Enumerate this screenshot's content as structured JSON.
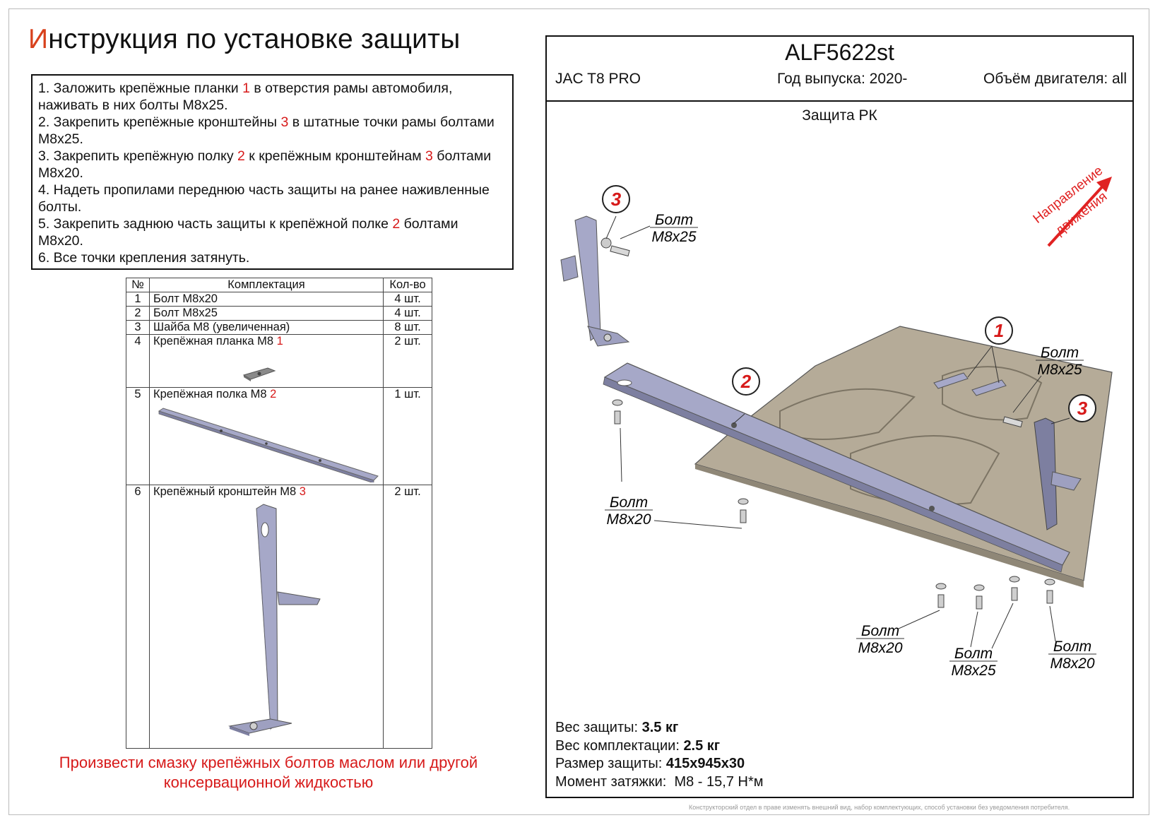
{
  "title": {
    "first_letter": "И",
    "rest": "нструкция по установке защиты"
  },
  "instructions": [
    {
      "parts": [
        "1. Заложить крепёжные планки ",
        "1",
        " в отверстия рамы автомобиля, наживать в них болты М8х25."
      ]
    },
    {
      "parts": [
        "2. Закрепить крепёжные кронштейны ",
        "3",
        " в штатные точки рамы болтами М8х25."
      ]
    },
    {
      "parts": [
        "3. Закрепить крепёжную полку ",
        "2",
        " к крепёжным кронштейнам ",
        "3",
        " болтами М8х20."
      ]
    },
    {
      "parts": [
        "4. Надеть пропилами переднюю часть защиты на ранее наживленные болты."
      ]
    },
    {
      "parts": [
        "5. Закрепить заднюю часть защиты к крепёжной полке ",
        "2",
        " болтами М8х20."
      ]
    },
    {
      "parts": [
        "6. Все точки крепления затянуть."
      ]
    }
  ],
  "kit_table": {
    "headers": [
      "№",
      "Комплектация",
      "Кол-во"
    ],
    "rows": [
      {
        "num": "1",
        "name": "Болт М8х20",
        "ref": "",
        "qty": "4 шт."
      },
      {
        "num": "2",
        "name": "Болт М8х25",
        "ref": "",
        "qty": "4 шт."
      },
      {
        "num": "3",
        "name": "Шайба М8 (увеличенная)",
        "ref": "",
        "qty": "8 шт."
      },
      {
        "num": "4",
        "name": "Крепёжная планка М8 ",
        "ref": "1",
        "qty": "2 шт."
      },
      {
        "num": "5",
        "name": "Крепёжная полка М8 ",
        "ref": "2",
        "qty": "1 шт."
      },
      {
        "num": "6",
        "name": "Крепёжный кронштейн М8 ",
        "ref": "3",
        "qty": "2 шт."
      }
    ]
  },
  "warning": "Произвести смазку крепёжных болтов маслом или другой консервационной жидкостью",
  "panel": {
    "article": "ALF5622st",
    "model": "JAC T8 PRO",
    "year": "Год выпуска: 2020-",
    "engine": "Объём двигателя: all",
    "subtitle": "Защита РК"
  },
  "drawing": {
    "direction_line1": "Направление",
    "direction_line2": "движения",
    "callouts": [
      "1",
      "2",
      "3",
      "3"
    ],
    "labels": [
      {
        "top": "Болт",
        "bottom": "М8х25"
      },
      {
        "top": "Болт",
        "bottom": "М8х25"
      },
      {
        "top": "Болт",
        "bottom": "М8х20"
      },
      {
        "top": "Болт",
        "bottom": "М8х20"
      },
      {
        "top": "Болт",
        "bottom": "М8х25"
      },
      {
        "top": "Болт",
        "bottom": "М8х20"
      }
    ]
  },
  "specs": [
    {
      "label": "Вес защиты: ",
      "value": "3.5 кг"
    },
    {
      "label": "Вес комплектации: ",
      "value": "2.5 кг"
    },
    {
      "label": "Размер защиты: ",
      "value": "415x945x30"
    },
    {
      "label": "Момент затяжки:  ",
      "value": "М8 - 15,7 Н*м"
    }
  ],
  "footnote": "Конструкторский отдел в праве изменять внешний вид, набор комплектующих, способ установки без уведомления потребителя.",
  "colors": {
    "accent_red": "#d71a1a",
    "title_red": "#d8411c",
    "steel": "#8e90b0",
    "skid": "#b5ab98"
  }
}
